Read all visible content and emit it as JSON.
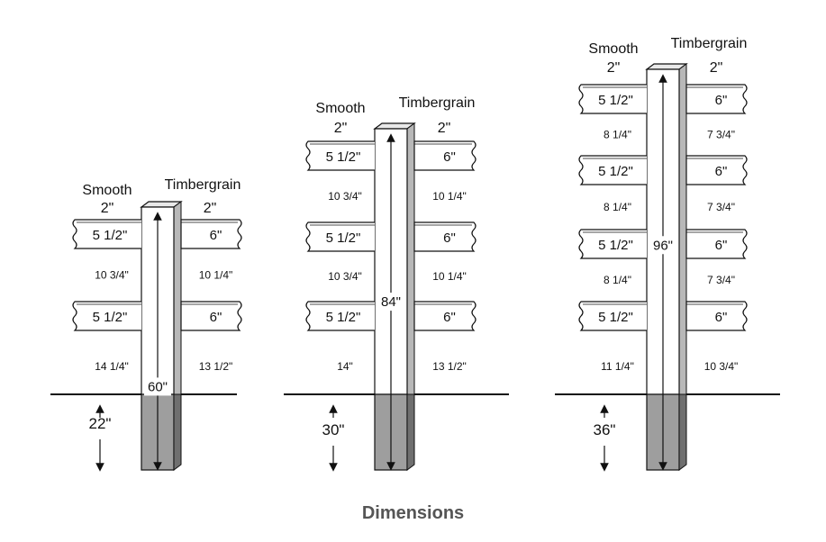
{
  "caption": "Dimensions",
  "labels": {
    "smooth": "Smooth",
    "timbergrain": "Timbergrain"
  },
  "posts": [
    {
      "smooth_thickness": "2\"",
      "timbergrain_thickness": "2\"",
      "height": "60\"",
      "depth": "22\"",
      "boards": [
        {
          "smooth": "5 1/2\"",
          "timbergrain": "6\""
        },
        {
          "smooth": "5 1/2\"",
          "timbergrain": "6\""
        }
      ],
      "gaps": [
        {
          "smooth": "10 3/4\"",
          "timbergrain": "10 1/4\""
        },
        {
          "smooth": "14 1/4\"",
          "timbergrain": "13 1/2\""
        }
      ]
    },
    {
      "smooth_thickness": "2\"",
      "timbergrain_thickness": "2\"",
      "height": "84\"",
      "depth": "30\"",
      "boards": [
        {
          "smooth": "5 1/2\"",
          "timbergrain": "6\""
        },
        {
          "smooth": "5 1/2\"",
          "timbergrain": "6\""
        },
        {
          "smooth": "5 1/2\"",
          "timbergrain": "6\""
        }
      ],
      "gaps": [
        {
          "smooth": "10 3/4\"",
          "timbergrain": "10 1/4\""
        },
        {
          "smooth": "10 3/4\"",
          "timbergrain": "10 1/4\""
        },
        {
          "smooth": "14\"",
          "timbergrain": "13 1/2\""
        }
      ]
    },
    {
      "smooth_thickness": "2\"",
      "timbergrain_thickness": "2\"",
      "height": "96\"",
      "depth": "36\"",
      "boards": [
        {
          "smooth": "5 1/2\"",
          "timbergrain": "6\""
        },
        {
          "smooth": "5 1/2\"",
          "timbergrain": "6\""
        },
        {
          "smooth": "5 1/2\"",
          "timbergrain": "6\""
        },
        {
          "smooth": "5 1/2\"",
          "timbergrain": "6\""
        }
      ],
      "gaps": [
        {
          "smooth": "8 1/4\"",
          "timbergrain": "7 3/4\""
        },
        {
          "smooth": "8 1/4\"",
          "timbergrain": "7 3/4\""
        },
        {
          "smooth": "8 1/4\"",
          "timbergrain": "7 3/4\""
        },
        {
          "smooth": "11 1/4\"",
          "timbergrain": "10 3/4\""
        }
      ]
    }
  ],
  "colors": {
    "line": "#111111",
    "post_side": "#b8b8b8",
    "buried": "#9e9e9e",
    "buried_side": "#6f6f6f",
    "caption": "#555555"
  }
}
